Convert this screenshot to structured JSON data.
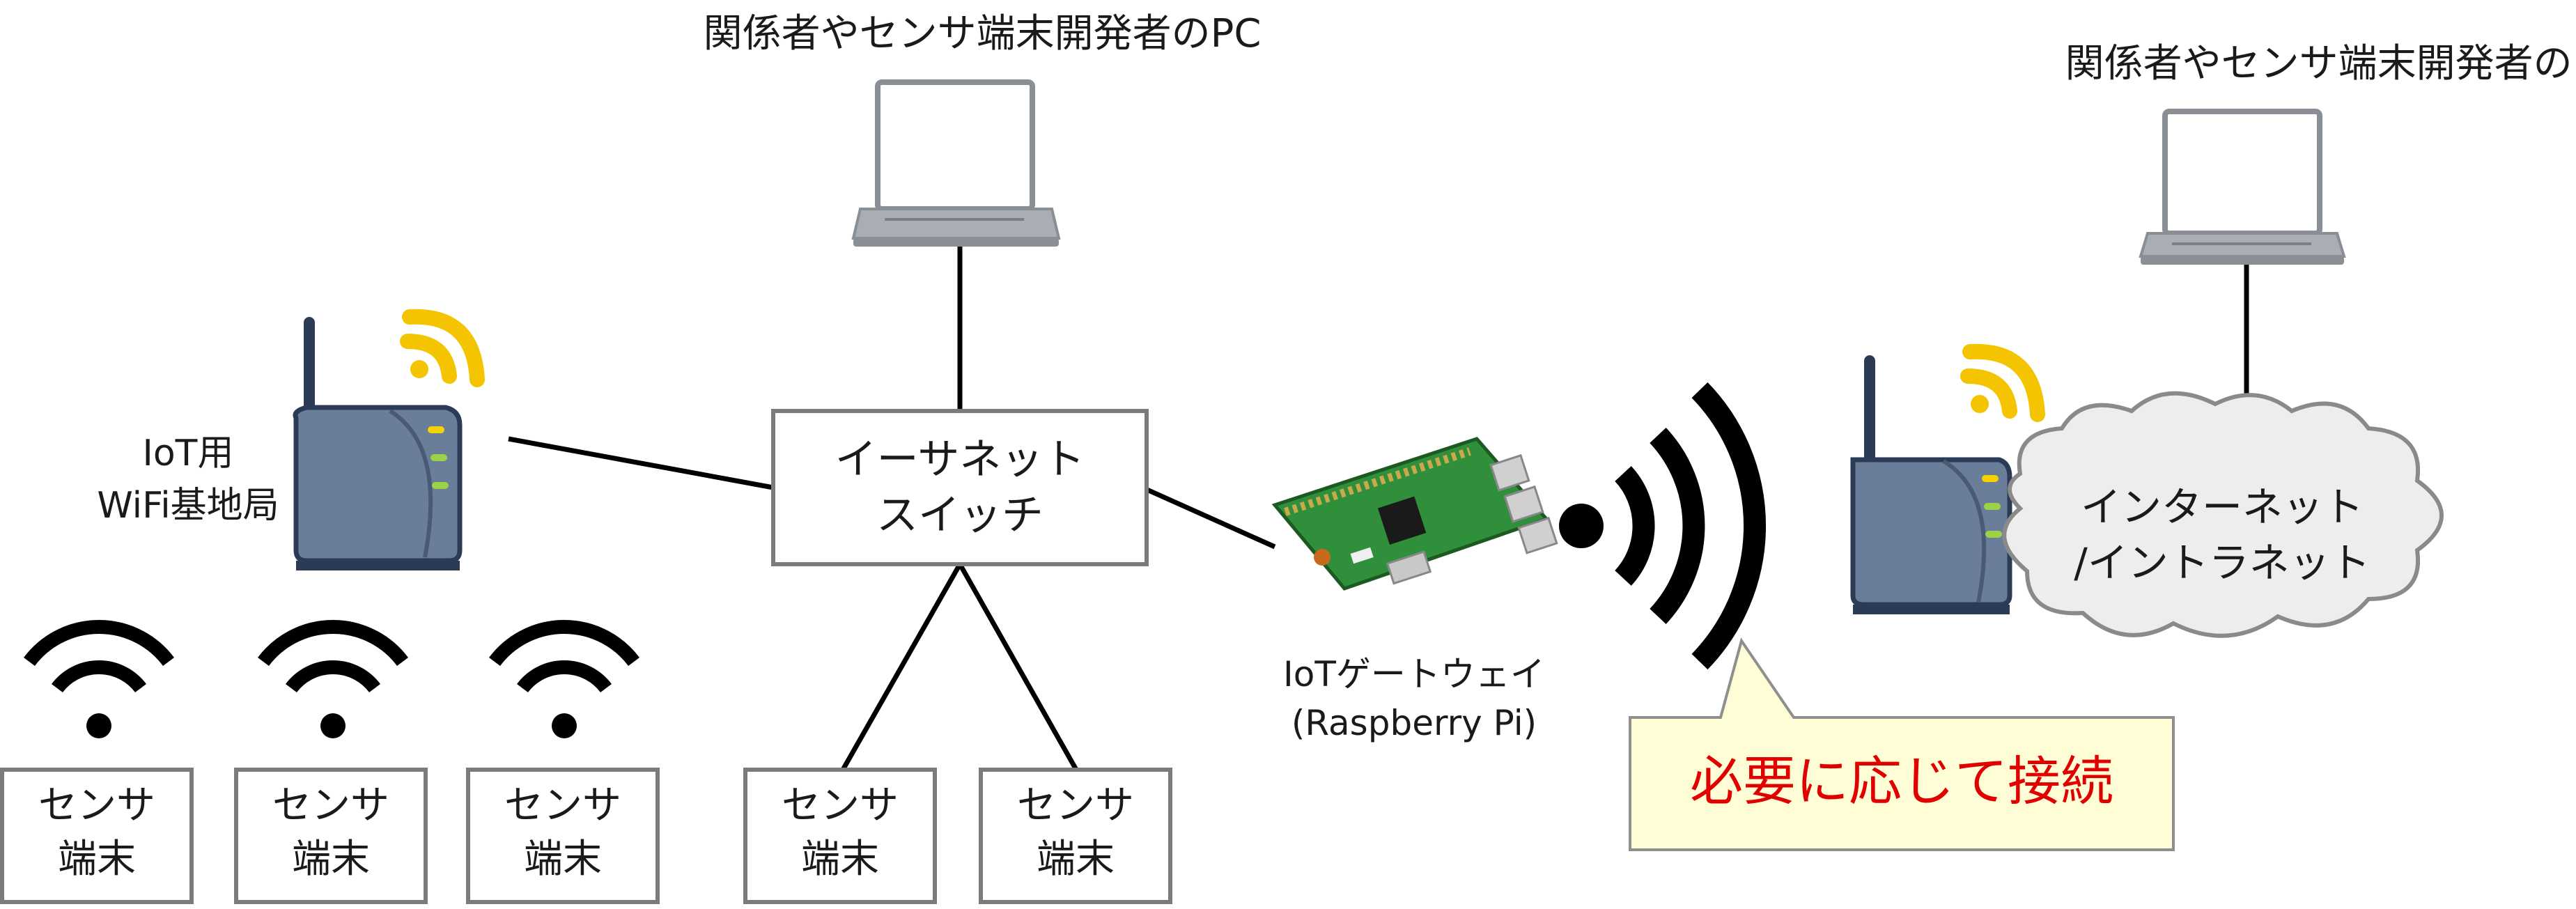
{
  "pc_left": {
    "label": "関係者やセンサ端末開発者のPC"
  },
  "pc_right": {
    "label": "関係者やセンサ端末開発者のPC"
  },
  "switch": {
    "line1": "イーサネット",
    "line2": "スイッチ"
  },
  "wifi_ap": {
    "line1": "IoT用",
    "line2": "WiFi基地局"
  },
  "gateway": {
    "line1": "IoTゲートウェイ",
    "line2": "(Raspberry Pi)"
  },
  "cloud": {
    "line1": "インターネット",
    "line2": "/イントラネット"
  },
  "callout": {
    "text": "必要に応じて接続",
    "color": "#e00000"
  },
  "sensors": [
    {
      "line1": "センサ",
      "line2": "端末"
    },
    {
      "line1": "センサ",
      "line2": "端末"
    },
    {
      "line1": "センサ",
      "line2": "端末"
    },
    {
      "line1": "センサ",
      "line2": "端末"
    },
    {
      "line1": "センサ",
      "line2": "端末"
    }
  ],
  "colors": {
    "signal": "#f5c400",
    "router": "#6a7d99",
    "board": "#2f8f3a",
    "line": "#000000"
  }
}
